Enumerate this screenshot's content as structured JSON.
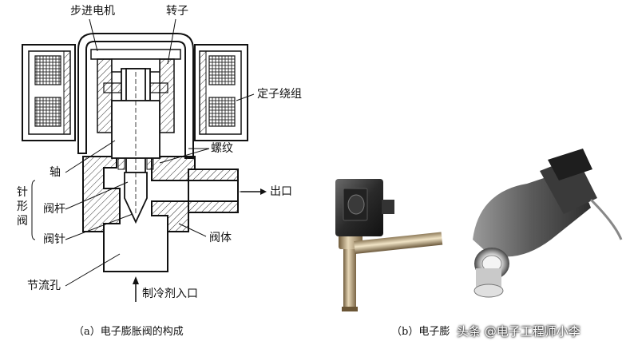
{
  "labels": {
    "stepper_motor": "步进电机",
    "rotor": "转子",
    "stator_winding": "定子绕组",
    "thread": "螺纹",
    "shaft": "轴",
    "needle_valve_group": "针形阀",
    "valve_stem": "阀杆",
    "valve_needle": "阀针",
    "valve_body": "阀体",
    "outlet": "出口",
    "orifice": "节流孔",
    "refrigerant_inlet": "制冷剂入口"
  },
  "captions": {
    "a": "（a）电子膨胀阀的构成",
    "b": "（b）电子膨"
  },
  "watermark": "头条 @电子工程师小李",
  "colors": {
    "line": "#111111",
    "hatch": "#333333",
    "photo_bg": "#ffffff"
  }
}
